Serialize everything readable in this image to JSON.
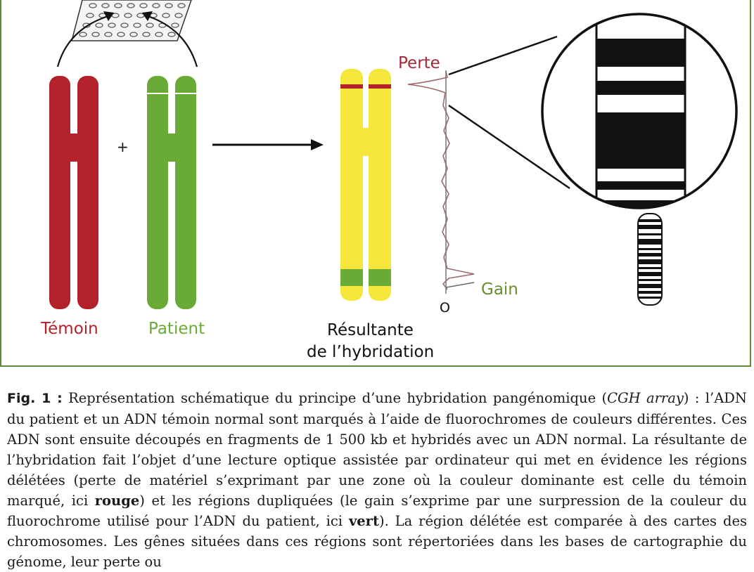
{
  "colors": {
    "control": "#b3212b",
    "patient": "#6aab37",
    "result": "#f4e63a",
    "border": "#5e8a3a"
  },
  "labels": {
    "control": "Témoin",
    "patient": "Patient",
    "plus": "+",
    "result_line1": "Résultante",
    "result_line2": "de l’hybridation",
    "loss": "Perte",
    "gain": "Gain",
    "zero": "O"
  },
  "caption": {
    "fig_label": "Fig. 1 :",
    "t1": " Représentation schématique du principe d’une hybridation pangénomique (",
    "italic": "CGH array",
    "t2": ") : l’ADN du patient et un ADN témoin normal sont marqués à l’aide de fluorochromes de couleurs différentes. Ces ADN sont ensuite découpés en fragments de 1 500 kb et hybridés avec un ADN normal. La résultante de l’hybridation fait l’objet d’une lecture optique assistée par ordinateur qui met en évidence les régions délétées (perte de matériel s’exprimant par une zone où la couleur dominante est celle du témoin marqué, ici ",
    "bold1": "rouge",
    "t3": ") et les régions dupliquées (le gain s’exprime par une surpression de la couleur du fluorochrome utilisé pour l’ADN du patient, ici ",
    "bold2": "vert",
    "t4": "). La région délétée est comparée à des cartes des chromosomes. Les gênes situées dans ces régions sont répertoriées dans les bases de cartographie du génome, leur perte ou"
  }
}
